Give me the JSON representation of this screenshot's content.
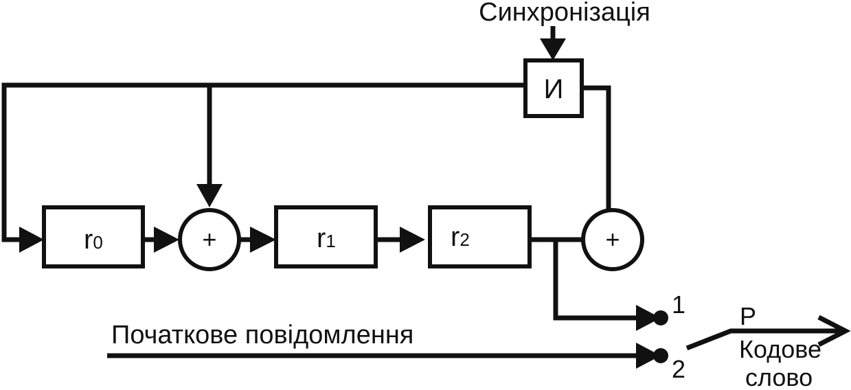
{
  "labels": {
    "sync": "Синхронізація",
    "and_gate": "И",
    "adder1": "+",
    "adder2": "+",
    "reg0_main": "r",
    "reg0_sub": "0",
    "reg1_main": "r",
    "reg1_sub": "1",
    "reg2_main": "r",
    "reg2_sub": "2",
    "input": "Початкове повідомлення",
    "switch_pos1": "1",
    "switch_pos2": "2",
    "switch": "P",
    "output_line1": "Кодове",
    "output_line2": "слово"
  },
  "colors": {
    "ink": "#111111",
    "background": "#ffffff"
  }
}
